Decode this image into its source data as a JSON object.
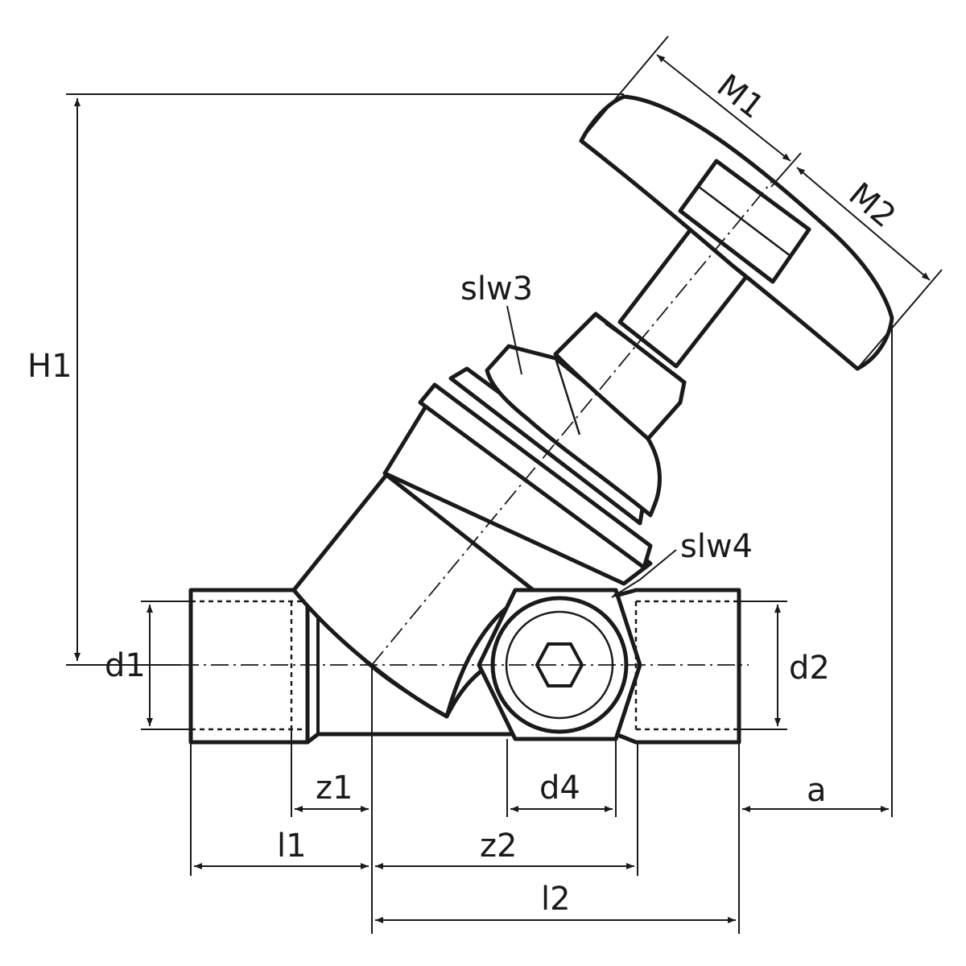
{
  "labels": {
    "H1": "H1",
    "M1": "M1",
    "M2": "M2",
    "slw3": "slw3",
    "slw4": "slw4",
    "d1": "d1",
    "d2": "d2",
    "d4": "d4",
    "z1": "z1",
    "z2": "z2",
    "l1": "l1",
    "l2": "l2",
    "a": "a"
  },
  "colors": {
    "stroke": "#1a1a1a",
    "background": "#ffffff"
  }
}
